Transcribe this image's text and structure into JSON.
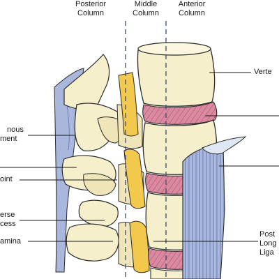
{
  "columns": {
    "posterior": [
      "Posterior",
      "Column"
    ],
    "middle": [
      "Middle",
      "Column"
    ],
    "anterior": [
      "Anterior",
      "Column"
    ]
  },
  "labels": {
    "vertebra": "Verte",
    "interspinous": [
      "nous",
      "ment"
    ],
    "facet_joint": "oint",
    "transverse": [
      "erse",
      "cess"
    ],
    "lamina": "amina",
    "posterior_longitudinal": [
      "Post",
      "Long",
      "Liga"
    ]
  },
  "colors": {
    "bone": "#f6efcc",
    "bone_shadow": "#e2d6a4",
    "outline": "#2b2b2b",
    "disc": "#d98aa0",
    "disc_hatch": "#b85a74",
    "ligament": "#a9b7dc",
    "ligament_dark": "#6f80b5",
    "cord": "#f2c94c",
    "dashed": "#3a4a6a"
  },
  "icons": [
    "spine-illustration"
  ]
}
